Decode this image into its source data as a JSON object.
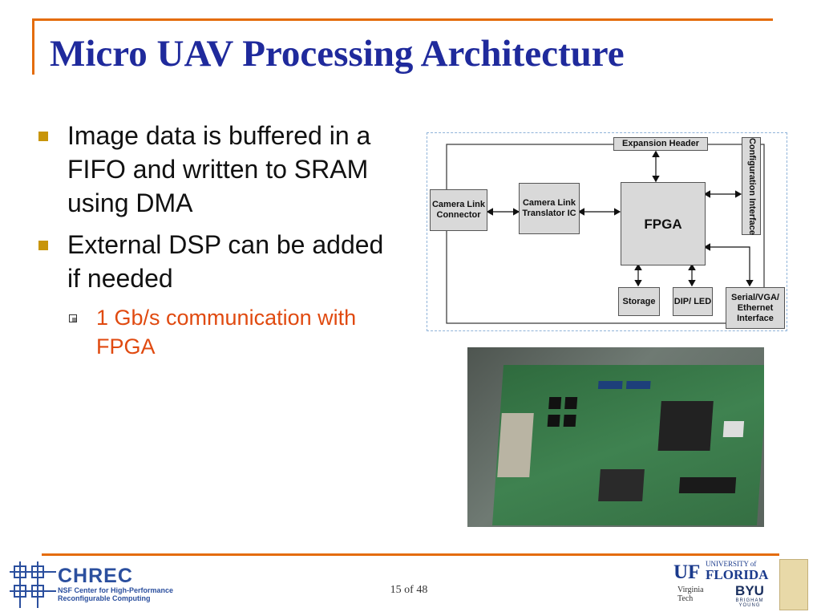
{
  "slide": {
    "title": "Micro UAV Processing Architecture",
    "bullets": [
      {
        "text": "Image data is buffered in a FIFO and written to SRAM using DMA"
      },
      {
        "text": "External DSP can be added if needed"
      }
    ],
    "sub_bullets": [
      {
        "text": "1 Gb/s communication with FPGA"
      }
    ]
  },
  "diagram": {
    "blocks": {
      "expansion_header": "Expansion Header",
      "configuration_interface": "Configuration Interface",
      "camera_link_connector": "Camera Link Connector",
      "camera_link_translator": "Camera Link Translator IC",
      "fpga": "FPGA",
      "storage": "Storage",
      "dip_led": "DIP/ LED",
      "serial_interface": "Serial/VGA/ Ethernet Interface"
    }
  },
  "footer": {
    "page_number": "15 of 48",
    "chrec_name": "CHREC",
    "chrec_subtitle_1": "NSF Center for High-Performance",
    "chrec_subtitle_2": "Reconfigurable Computing",
    "uf_mark": "UF",
    "uf_university": "UNIVERSITY of",
    "uf_florida": "FLORIDA",
    "vt_name_1": "Virginia",
    "vt_name_2": "Tech",
    "byu_mark": "BYU",
    "byu_sub": "BRIGHAM YOUNG"
  },
  "colors": {
    "accent": "#e46c0a",
    "title": "#1f2a9c",
    "bullet_marker": "#c8950a",
    "sub_bullet_text": "#e04a10"
  }
}
